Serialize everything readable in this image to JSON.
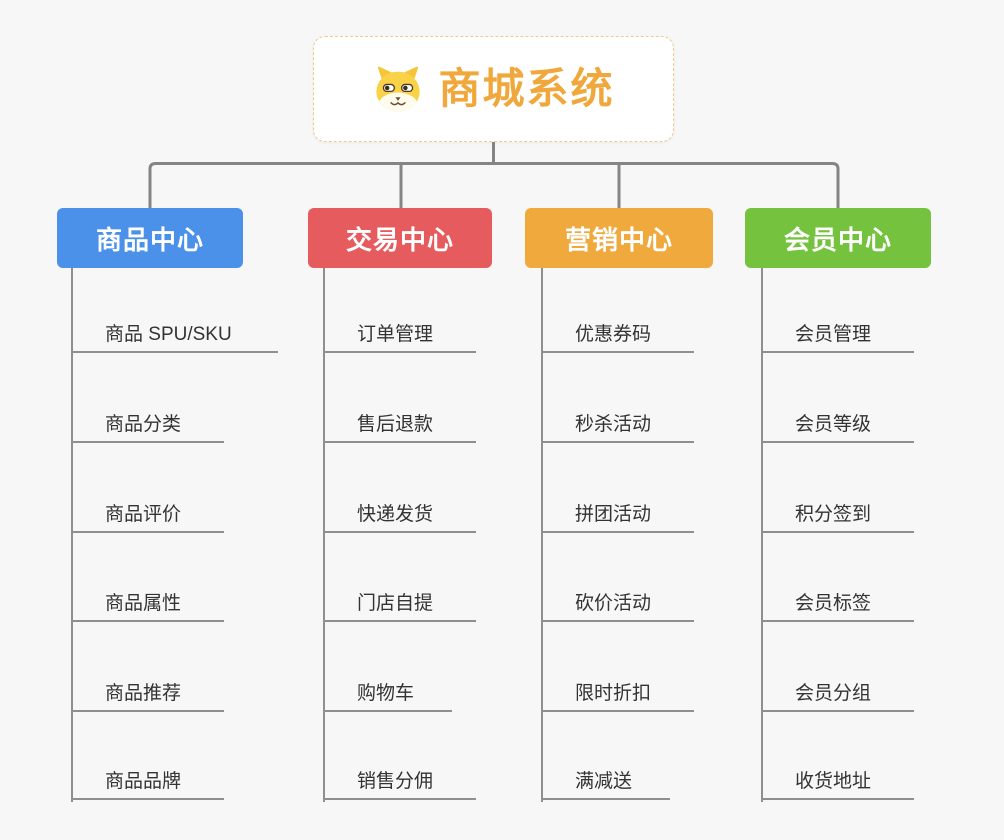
{
  "canvas_bg": "#F7F7F7",
  "connector_color": "#858585",
  "underline_color": "#8F8F8F",
  "root": {
    "title": "商城系统",
    "icon": "dog-face-icon",
    "accent_color": "#F0A83C",
    "border_color": "#F2C98C"
  },
  "branches": [
    {
      "label": "商品中心",
      "color": "#4B91E9",
      "children": [
        "商品 SPU/SKU",
        "商品分类",
        "商品评价",
        "商品属性",
        "商品推荐",
        "商品品牌"
      ]
    },
    {
      "label": "交易中心",
      "color": "#E65C5E",
      "children": [
        "订单管理",
        "售后退款",
        "快递发货",
        "门店自提",
        "购物车",
        "销售分佣"
      ]
    },
    {
      "label": "营销中心",
      "color": "#EFA93D",
      "children": [
        "优惠券码",
        "秒杀活动",
        "拼团活动",
        "砍价活动",
        "限时折扣",
        "满减送"
      ]
    },
    {
      "label": "会员中心",
      "color": "#74C23E",
      "children": [
        "会员管理",
        "会员等级",
        "积分签到",
        "会员标签",
        "会员分组",
        "收货地址"
      ]
    }
  ]
}
